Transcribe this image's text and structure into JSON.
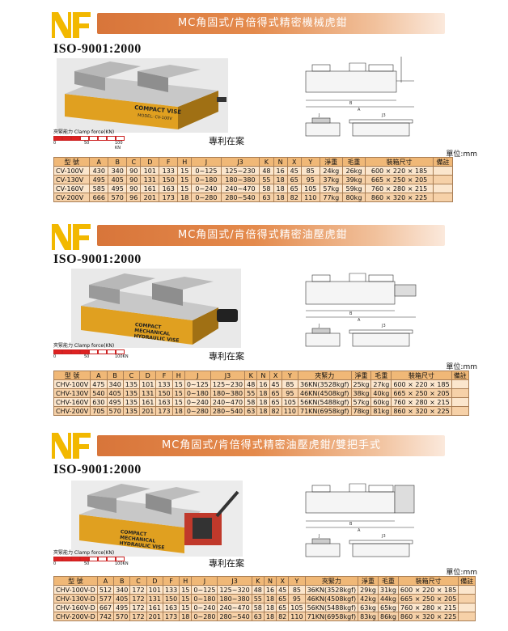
{
  "unit_label": "單位:mm",
  "sections": [
    {
      "banner": "MC角固式/肯倍得式精密機械虎鉗",
      "iso": "ISO-9001:2000",
      "patent": "專利在案",
      "product_label": "COMPACT VISE",
      "product_model": "MODEL: CV-100V",
      "clamp_label": "夾緊能力 Clamp force(KN)",
      "clamp_ticks": [
        "0",
        "50",
        "100 KN"
      ],
      "clamp_level": 0.35,
      "headers": [
        "型 號",
        "A",
        "B",
        "C",
        "D",
        "F",
        "H",
        "J",
        "J3",
        "K",
        "N",
        "X",
        "Y",
        "淨重",
        "毛重",
        "裝箱尺寸",
        "備註"
      ],
      "rows": [
        [
          "CV-100V",
          "430",
          "340",
          "90",
          "101",
          "133",
          "15",
          "0~125",
          "125~230",
          "48",
          "16",
          "45",
          "85",
          "24kg",
          "26kg",
          "600 × 220 × 185",
          ""
        ],
        [
          "CV-130V",
          "495",
          "405",
          "90",
          "131",
          "150",
          "15",
          "0~180",
          "180~380",
          "55",
          "18",
          "65",
          "95",
          "37kg",
          "39kg",
          "665 × 250 × 205",
          ""
        ],
        [
          "CV-160V",
          "585",
          "495",
          "90",
          "161",
          "163",
          "15",
          "0~240",
          "240~470",
          "58",
          "18",
          "65",
          "105",
          "57kg",
          "59kg",
          "760 × 280 × 215",
          ""
        ],
        [
          "CV-200V",
          "666",
          "570",
          "96",
          "201",
          "173",
          "18",
          "0~280",
          "280~540",
          "63",
          "18",
          "82",
          "110",
          "77kg",
          "80kg",
          "860 × 320 × 225",
          ""
        ]
      ]
    },
    {
      "banner": "MC角固式/肯倍得式精密油壓虎鉗",
      "iso": "ISO-9001:2000",
      "patent": "專利在案",
      "product_label": "COMPACT MECHANICAL HYDRAULIC VISE",
      "product_model": "",
      "clamp_label": "夾緊能力 Clamp force(KN)",
      "clamp_ticks": [
        "0",
        "50",
        "100KN"
      ],
      "clamp_level": 0.55,
      "headers": [
        "型 號",
        "A",
        "B",
        "C",
        "D",
        "F",
        "H",
        "J",
        "J3",
        "K",
        "N",
        "X",
        "Y",
        "夾緊力",
        "淨重",
        "毛重",
        "裝箱尺寸",
        "備註"
      ],
      "rows": [
        [
          "CHV-100V",
          "475",
          "340",
          "135",
          "101",
          "133",
          "15",
          "0~125",
          "125~230",
          "48",
          "16",
          "45",
          "85",
          "36KN(3528kgf)",
          "25kg",
          "27kg",
          "600 × 220 × 185",
          ""
        ],
        [
          "CHV-130V",
          "540",
          "405",
          "135",
          "131",
          "150",
          "15",
          "0~180",
          "180~380",
          "55",
          "18",
          "65",
          "95",
          "46KN(4508kgf)",
          "38kg",
          "40kg",
          "665 × 250 × 205",
          ""
        ],
        [
          "CHV-160V",
          "630",
          "495",
          "135",
          "161",
          "163",
          "15",
          "0~240",
          "240~470",
          "58",
          "18",
          "65",
          "105",
          "56KN(5488kgf)",
          "57kg",
          "60kg",
          "760 × 280 × 215",
          ""
        ],
        [
          "CHV-200V",
          "705",
          "570",
          "135",
          "201",
          "173",
          "18",
          "0~280",
          "280~540",
          "63",
          "18",
          "82",
          "110",
          "71KN(6958kgf)",
          "78kg",
          "81kg",
          "860 × 320 × 225",
          ""
        ]
      ]
    },
    {
      "banner": "MC角固式/肯倍得式精密油壓虎鉗/雙把手式",
      "iso": "ISO-9001:2000",
      "patent": "專利在案",
      "product_label": "COMPACT MECHANICAL HYDRAULIC VISE",
      "product_model": "",
      "clamp_label": "夾緊能力 Clamp force(KN)",
      "clamp_ticks": [
        "0",
        "50",
        "100KN"
      ],
      "clamp_level": 0.55,
      "headers": [
        "型 號",
        "A",
        "B",
        "C",
        "D",
        "F",
        "H",
        "J",
        "J3",
        "K",
        "N",
        "X",
        "Y",
        "夾緊力",
        "淨重",
        "毛重",
        "裝箱尺寸",
        "備註"
      ],
      "rows": [
        [
          "CHV-100V-D",
          "512",
          "340",
          "172",
          "101",
          "133",
          "15",
          "0~125",
          "125~320",
          "48",
          "16",
          "45",
          "85",
          "36KN(3528kgf)",
          "29kg",
          "31kg",
          "600 × 220 × 185",
          ""
        ],
        [
          "CHV-130V-D",
          "577",
          "405",
          "172",
          "131",
          "150",
          "15",
          "0~180",
          "180~380",
          "55",
          "18",
          "65",
          "95",
          "46KN(4508kgf)",
          "42kg",
          "44kg",
          "665 × 250 × 205",
          ""
        ],
        [
          "CHV-160V-D",
          "667",
          "495",
          "172",
          "161",
          "163",
          "15",
          "0~240",
          "240~470",
          "58",
          "18",
          "65",
          "105",
          "56KN(5488kgf)",
          "63kg",
          "65kg",
          "760 × 280 × 215",
          ""
        ],
        [
          "CHV-200V-D",
          "742",
          "570",
          "172",
          "201",
          "173",
          "18",
          "0~280",
          "280~540",
          "63",
          "18",
          "82",
          "110",
          "71KN(6958kgf)",
          "83kg",
          "86kg",
          "860 × 320 × 225",
          ""
        ]
      ]
    }
  ]
}
